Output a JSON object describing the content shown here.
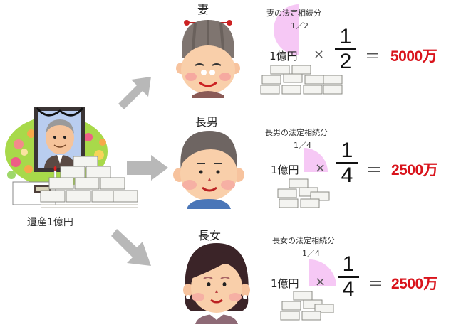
{
  "estate": {
    "label": "遺産1億円",
    "total": "1億円"
  },
  "heirs": [
    {
      "title": "妻",
      "share_title": "妻の法定相続分",
      "share_small": "1／2",
      "amount": "1億円",
      "times": "×",
      "numerator": "1",
      "denominator": "2",
      "equals": "＝",
      "result": "5000万"
    },
    {
      "title": "長男",
      "share_title": "長男の法定相続分",
      "share_small": "1／4",
      "amount": "1億円",
      "times": "×",
      "numerator": "1",
      "denominator": "4",
      "equals": "＝",
      "result": "2500万"
    },
    {
      "title": "長女",
      "share_title": "長女の法定相続分",
      "share_small": "1／4",
      "amount": "1億円",
      "times": "×",
      "numerator": "1",
      "denominator": "4",
      "equals": "＝",
      "result": "2500万"
    }
  ],
  "colors": {
    "result": "#d9141c",
    "pie": "#f6c8f5",
    "arrow": "#b8b8b8"
  }
}
